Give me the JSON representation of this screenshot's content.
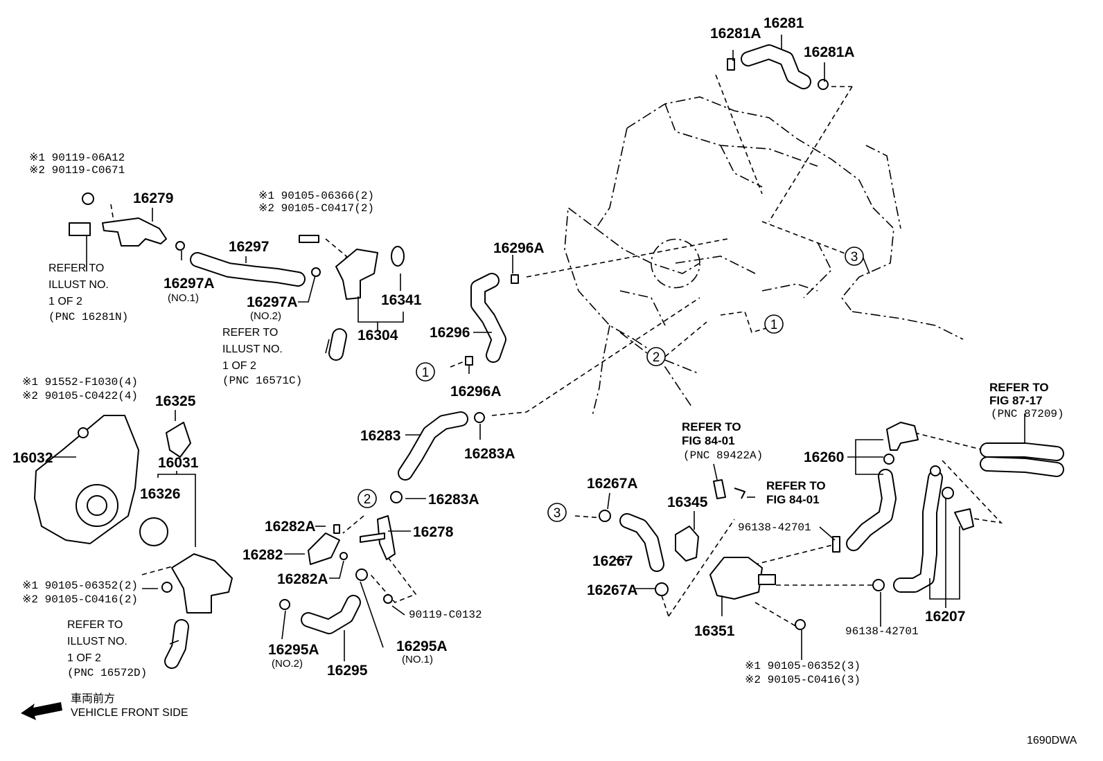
{
  "diagram_id": "1690DWA",
  "direction": {
    "jp": "車両前方",
    "en": "VEHICLE FRONT SIDE"
  },
  "parts": [
    "16281A",
    "16281",
    "16281A",
    "16279",
    "16297",
    "16297A",
    "16297A",
    "16304",
    "16341",
    "16296A",
    "16296",
    "16296A",
    "16325",
    "16031",
    "16032",
    "16326",
    "16283",
    "16283A",
    "16283A",
    "16282A",
    "16282",
    "16282A",
    "16278",
    "16295A",
    "16295",
    "16295A",
    "16267A",
    "16267",
    "16267A",
    "16345",
    "16351",
    "16260",
    "16207"
  ],
  "sublabels": {
    "no1": "(NO.1)",
    "no2": "(NO.2)"
  },
  "bolts": {
    "b1": [
      "※1 90119-06A12",
      "※2 90119-C0671"
    ],
    "b2": [
      "※1 90105-06366(2)",
      "※2 90105-C0417(2)"
    ],
    "b3": [
      "※1 91552-F1030(4)",
      "※2 90105-C0422(4)"
    ],
    "b4": [
      "※1 90105-06352(2)",
      "※2 90105-C0416(2)"
    ],
    "b5": [
      "※1 90105-06352(3)",
      "※2 90105-C0416(3)"
    ],
    "b6": "90119-C0132",
    "b7a": "96138-42701",
    "b7b": "96138-42701"
  },
  "refs": {
    "r1": [
      "REFER TO",
      "ILLUST NO.",
      "1 OF 2",
      "(PNC 16281N)"
    ],
    "r2": [
      "REFER TO",
      "ILLUST NO.",
      "1 OF 2",
      "(PNC 16571C)"
    ],
    "r3": [
      "REFER TO",
      "ILLUST NO.",
      "1 OF 2",
      "(PNC 16572D)"
    ],
    "r4": [
      "REFER TO",
      "FIG 87-17",
      "(PNC 87209)"
    ],
    "r5": [
      "REFER TO",
      "FIG 84-01",
      "(PNC 89422A)"
    ],
    "r6": [
      "REFER TO",
      "FIG 84-01"
    ]
  },
  "circles": [
    "1",
    "2",
    "3"
  ]
}
